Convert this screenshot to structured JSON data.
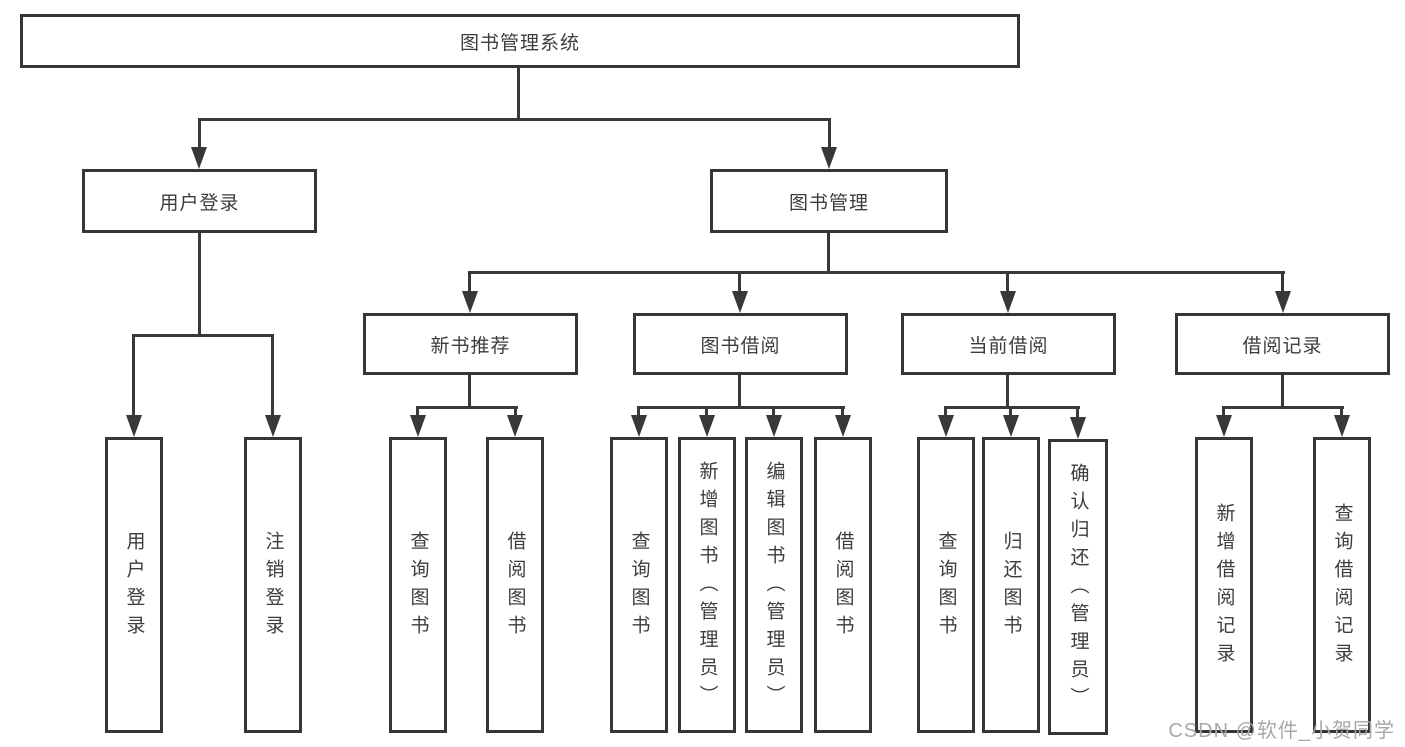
{
  "nodes": {
    "root": {
      "label": "图书管理系统"
    },
    "level2": [
      {
        "label": "用户登录"
      },
      {
        "label": "图书管理"
      }
    ],
    "level3": [
      {
        "label": "新书推荐"
      },
      {
        "label": "图书借阅"
      },
      {
        "label": "当前借阅"
      },
      {
        "label": "借阅记录"
      }
    ],
    "leaves": {
      "user_login": [
        "用户登录",
        "注销登录"
      ],
      "new_book_recommend": [
        "查询图书",
        "借阅图书"
      ],
      "book_borrow": [
        "查询图书",
        "新增图书（管理员）",
        "编辑图书（管理员）",
        "借阅图书"
      ],
      "current_borrow": [
        "查询图书",
        "归还图书",
        "确认归还（管理员）"
      ],
      "borrow_records": [
        "新增借阅记录",
        "查询借阅记录"
      ]
    }
  },
  "watermark": {
    "text": "CSDN @软件_小贺同学"
  },
  "colors": {
    "line": "#383838",
    "box_border": "#353535",
    "text": "#3d3d3d",
    "watermark": "#a8a8a8",
    "background": "#ffffff"
  }
}
